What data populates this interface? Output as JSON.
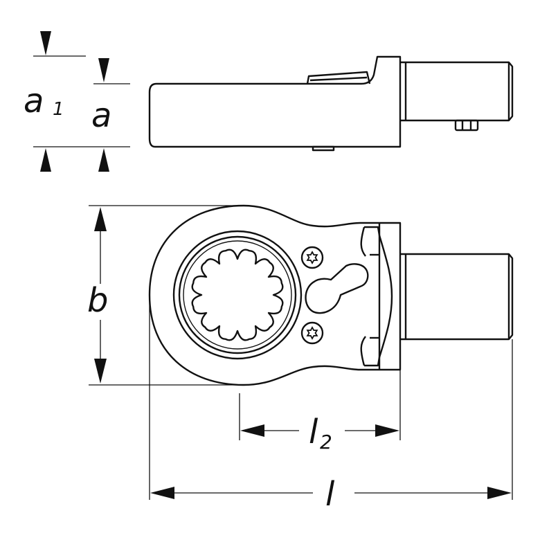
{
  "dimensions": {
    "a1": {
      "letter": "a",
      "subscript": "1"
    },
    "a": {
      "letter": "a"
    },
    "b": {
      "letter": "b"
    },
    "l2": {
      "letter": "l",
      "subscript": "2"
    },
    "l": {
      "letter": "l"
    }
  },
  "colors": {
    "line": "#111111",
    "background": "#ffffff"
  }
}
